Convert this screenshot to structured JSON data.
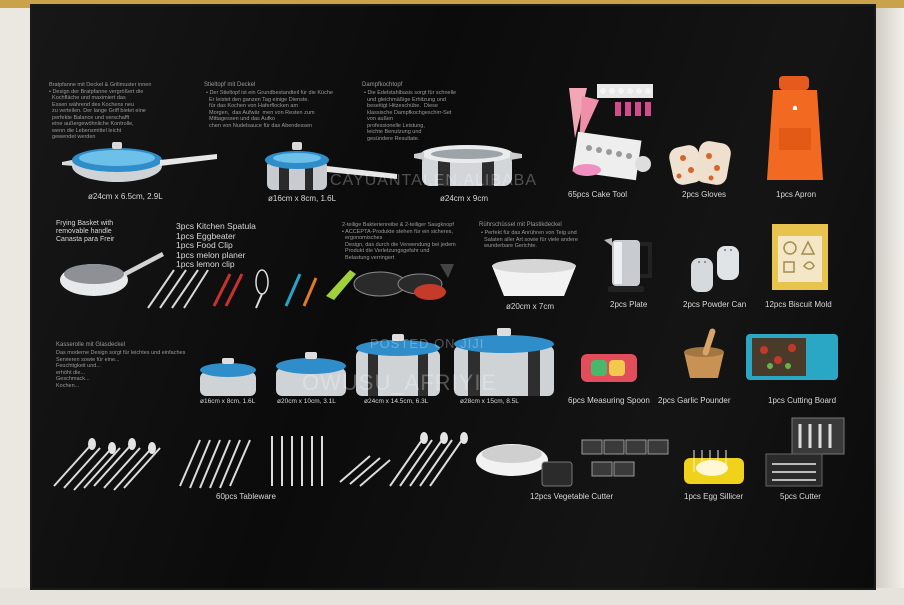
{
  "row1": {
    "frying_pan_desc": "Bratpfanne mit Deckel & Grillmuster innen\n• Design der Bratpfanne vergrößert die\n  Kochfläche und maximiert das\n  Essen während des Kochens neu\n  zu verteilen. Der lange Griff bietet eine\n  perfekte Balance und verschafft\n  eine außergewöhnliche Kontrolle,\n  wenn die Lebensmittel leicht\n  gewendet werden",
    "frying_pan_size": "ø24cm x 6.5cm,  2.9L",
    "saucepan_title": "Stieltopf mit Deckel",
    "saucepan_desc": "• Der Stieltopf ist ein Grundbestandteil für die Küche\n  Er leistet den ganzen Tag einige Dienste.\n  für das Kochen von Haferflocken am\n  Morgen,  das Aufwär  men von Resten zum\n  Mittagessen und das Aufko\n  chen von Nudelsauce für das Abendessen",
    "saucepan_size": "ø16cm x 8cm,  1.6L",
    "steamer_title": "Dampfkochtopf",
    "steamer_desc": "• Die Edelstahlbasis sorgt für schnelle\n  und gleichmäßige Erhitzung und\n  beseitigt Hitzeschübe.  Diese\n  klassische Dampfkochgeschirr-Set\n  von außen\n  professionelle Leistung,\n  leichte Benutzung und\n  gesündere Resultate.",
    "steamer_size": "ø24cm x 9cm",
    "cake_tool": "65pcs Cake Tool",
    "gloves": "2pcs Gloves",
    "apron": "1pcs Apron"
  },
  "row2": {
    "frying_basket": "Frying Basket with\nremovable handle\nCanasta para Freir",
    "utensil_list": "3pcs Kitchen Spatula\n1pcs Eggbeater\n1pcs Food Clip\n1pcs melon planer\n1pcs lemon clip",
    "grater_desc": "2-teilige Bakterienreibe & 2-teiliger Saugknopf\n• ACCEPTA-Produkte stehen für ein sicheres,\n  ergonomisches\n  Design, das durch die Verwendung bei jedem\n  Produkt die Verletzungsgefahr und\n  Belastung verringert",
    "bowl_title": "Rührschüssel mit Plastikdeckel",
    "bowl_desc": "• Perfekt für das Anrühren von Teig und\n  Salaten aller Art sowie für viele andere\n  wunderbare Gerichte.",
    "bowl_size": "ø20cm x 7cm",
    "plate": "2pcs Plate",
    "powder_can": "2pcs Powder Can",
    "biscuit_mold": "12pcs Biscuit Mold"
  },
  "row3": {
    "casserole_title": "Kasserolle mit Glasdeckel",
    "casserole_desc": "Das moderne Design sorgt für leichtes und einfaches\nServieren sowie für eine...\nFeuchtigkeit und...\nerhöht die...\nGeschmack...\nKochen...",
    "sizes": [
      "ø16cm x 8cm, 1.6L",
      "ø20cm x 10cm, 3.1L",
      "ø24cm x 14.5cm, 6.3L",
      "ø28cm x 15cm, 8.5L"
    ],
    "measuring_spoon": "6pcs Measuring Spoon",
    "garlic_pounder": "2pcs Garlic Pounder",
    "cutting_board": "1pcs Cutting Board"
  },
  "row4": {
    "tableware": "60pcs Tableware",
    "vegetable_cutter": "12pcs Vegetable Cutter",
    "egg_slicer": "1pcs Egg Sillicer",
    "cutter": "5pcs Cutter"
  },
  "watermarks": [
    "CAYUANTAI.EN.ALIBABA",
    "POSTED ON JIJI",
    "OWUSU_AFRIYIE"
  ]
}
